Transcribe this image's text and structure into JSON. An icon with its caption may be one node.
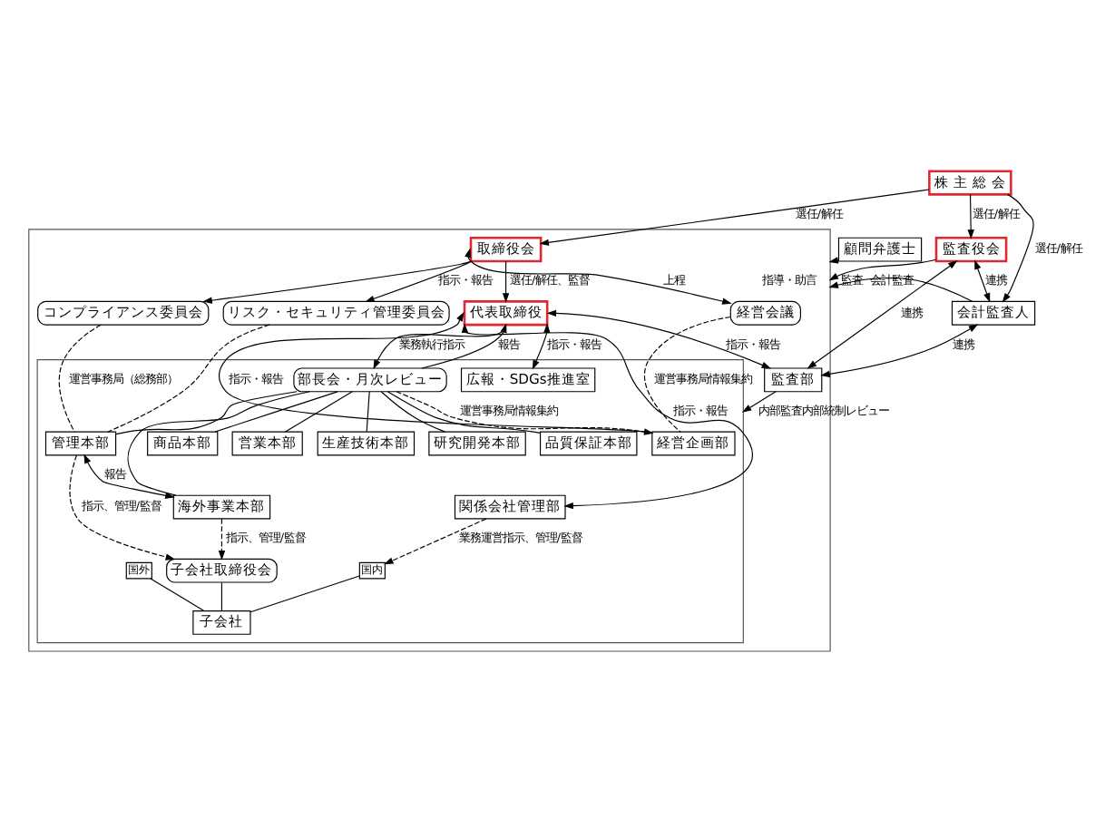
{
  "diagram": {
    "nodes": [
      {
        "text": [
          "株 主 総 会"
        ]
      },
      {
        "text": [],
        "shape": "box"
      },
      {
        "text": [
          "経営会議"
        ],
        "in": 1
      },
      {
        "text": [
          "リスク・セキュリティ管理委員会"
        ],
        "in": 1
      },
      {
        "text": [
          "コンプライアンス委員会"
        ],
        "in": 1
      },
      {
        "text": [
          "取締役会"
        ],
        "in": 1
      },
      {
        "text": [
          "代表取締役"
        ],
        "in": 1
      },
      {
        "text": [
          "監査部"
        ],
        "in": 1
      },
      {
        "text": [],
        "shape": "box",
        "in": 1
      },
      {
        "text": [
          "経営企画部"
        ],
        "in": 8
      },
      {
        "text": [
          "部長会・月次レビュー"
        ],
        "in": 8
      },
      {
        "text": [
          "広報・SDGs推進室"
        ],
        "in": 8
      },
      {
        "text": [
          "関係会社管理部"
        ],
        "in": 8
      },
      {
        "text": [
          "管理本部"
        ],
        "in": 8
      },
      {
        "text": [
          "海外事業本部"
        ],
        "in": 8
      },
      {
        "text": [
          "商品本部"
        ],
        "in": 8
      },
      {
        "text": [
          "営業本部"
        ],
        "in": 8
      },
      {
        "text": [
          "生産技術本部"
        ],
        "in": 8
      },
      {
        "text": [
          "研究開発本部"
        ],
        "in": 8
      },
      {
        "text": [
          "品質保証本部"
        ],
        "in": 8
      },
      {
        "text": [
          "子会社取締役会"
        ],
        "in": 8
      },
      {
        "text": [
          "子会社"
        ],
        "in": 8
      },
      {
        "text": [
          "国内"
        ],
        "in": 8
      },
      {
        "text": [
          "国外"
        ],
        "in": 8
      },
      {
        "text": [
          "監査役会"
        ]
      },
      {
        "text": [
          "会計監査人"
        ]
      },
      {
        "text": [
          "顧問弁護士"
        ]
      }
    ],
    "edges": [
      {
        "from": 0,
        "to": 5,
        "arrow": "to",
        "label": "選任/解任"
      },
      {
        "from": 0,
        "to": 24,
        "arrow": "to",
        "label": "選任/解任"
      },
      {
        "from": 0,
        "to": 25,
        "arrow": "to",
        "label": "選任/解任"
      },
      {
        "from": 5,
        "to": 2,
        "arrow": "both",
        "label": "上程"
      },
      {
        "from": 5,
        "to": 3,
        "arrow": "to",
        "label": "指示・報告"
      },
      {
        "from": 5,
        "to": 4,
        "arrow": "to"
      },
      {
        "from": 5,
        "to": 6,
        "arrow": "to",
        "label": "選任/解任、監督"
      },
      {
        "from": 24,
        "to": 1,
        "arrow": "to",
        "label": "監査"
      },
      {
        "from": 24,
        "to": 7,
        "arrow": "both",
        "label": "連携"
      },
      {
        "from": 24,
        "to": 25,
        "arrow": "both",
        "label": "連携"
      },
      {
        "from": 7,
        "to": 25,
        "arrow": "both",
        "label": "連携"
      },
      {
        "from": 6,
        "to": 7,
        "arrow": "both",
        "label": "指示・報告"
      },
      {
        "from": 7,
        "to": 8,
        "arrow": "to",
        "label": "内部監査内部統制レビュー"
      },
      {
        "from": 25,
        "to": 1,
        "arrow": "to",
        "label": "会計監査"
      },
      {
        "from": 26,
        "to": 1,
        "arrow": "to",
        "label": "指導・助言"
      },
      {
        "from": 6,
        "to": 9,
        "arrow": "both",
        "label": "指示・報告"
      },
      {
        "from": 6,
        "to": 10,
        "arrow": "to",
        "label": "業務執行指示"
      },
      {
        "from": 10,
        "to": 6,
        "arrow": "to",
        "label": "報告"
      },
      {
        "from": 6,
        "to": 12,
        "arrow": "both",
        "label": "指示・報告"
      },
      {
        "from": 6,
        "to": 11,
        "arrow": "both",
        "label": "指示・報告"
      },
      {
        "from": 2,
        "to": 9,
        "arrow": "none",
        "style": "dashed",
        "label": "運営事務局情報集約"
      },
      {
        "from": 3,
        "to": 13,
        "arrow": "none",
        "style": "dashed"
      },
      {
        "from": 4,
        "to": 13,
        "arrow": "none",
        "style": "dashed",
        "label": "運営事務局（総務部）"
      },
      {
        "from": 10,
        "to": 9,
        "arrow": "none",
        "style": "dashed",
        "label": "運営事務局情報集約"
      },
      {
        "from": 12,
        "to": 22,
        "arrow": "to",
        "style": "dashed",
        "label": "業務運営指示、管理/監督"
      },
      {
        "from": 10,
        "to": 13,
        "arrow": "none"
      },
      {
        "from": 10,
        "to": 14,
        "arrow": "none"
      },
      {
        "from": 10,
        "to": 15,
        "arrow": "none"
      },
      {
        "from": 10,
        "to": 16,
        "arrow": "none"
      },
      {
        "from": 10,
        "to": 17,
        "arrow": "none"
      },
      {
        "from": 10,
        "to": 18,
        "arrow": "none"
      },
      {
        "from": 10,
        "to": 19,
        "arrow": "none"
      },
      {
        "from": 13,
        "to": 14,
        "arrow": "both",
        "label": "報告"
      },
      {
        "from": 13,
        "to": 20,
        "arrow": "to",
        "style": "dashed",
        "label": "指示、管理/監督"
      },
      {
        "from": 14,
        "to": 20,
        "arrow": "to",
        "style": "dashed",
        "label": "指示、管理/監督"
      },
      {
        "from": 20,
        "to": 21,
        "arrow": "none"
      },
      {
        "from": 22,
        "to": 21,
        "arrow": "none"
      },
      {
        "from": 23,
        "to": 21,
        "arrow": "none"
      }
    ]
  }
}
